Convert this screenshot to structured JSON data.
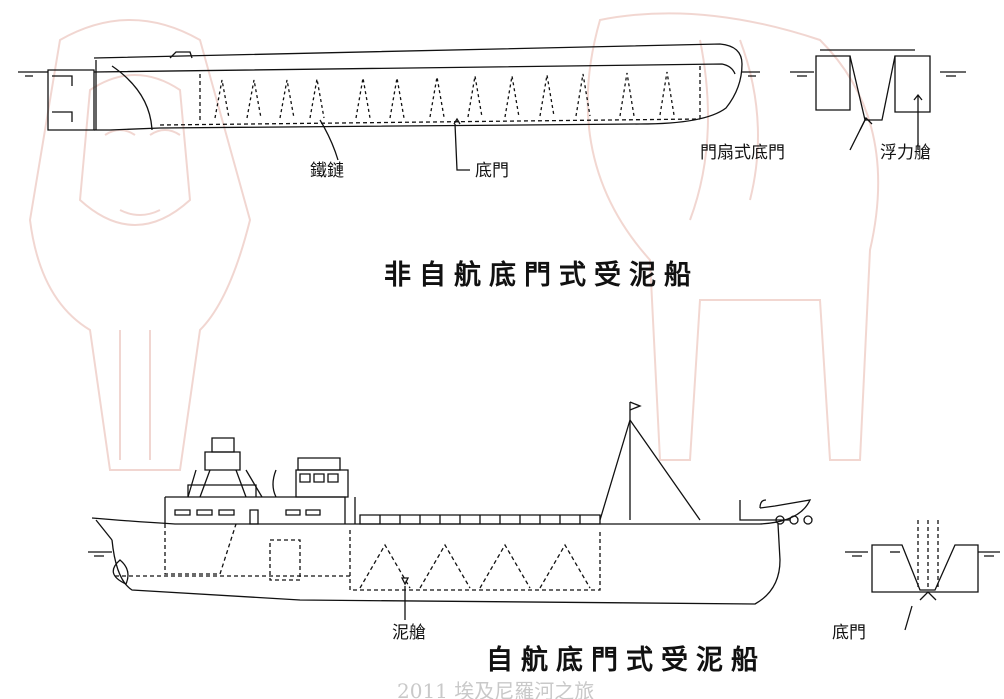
{
  "labels": {
    "chain": "鐵鏈",
    "bottom_door_top": "底門",
    "fan_door": "門扇式底門",
    "buoyancy_tank": "浮力艙",
    "title_non_self": "非自航底門式受泥船",
    "mud_hold": "泥艙",
    "bottom_door_bottom": "底門",
    "title_self": "自航底門式受泥船"
  },
  "watermark": "2011 埃及尼羅河之旅",
  "colors": {
    "line": "#111111",
    "background_sketch": "#e6b8b0",
    "watermark": "#c9c9c9"
  }
}
